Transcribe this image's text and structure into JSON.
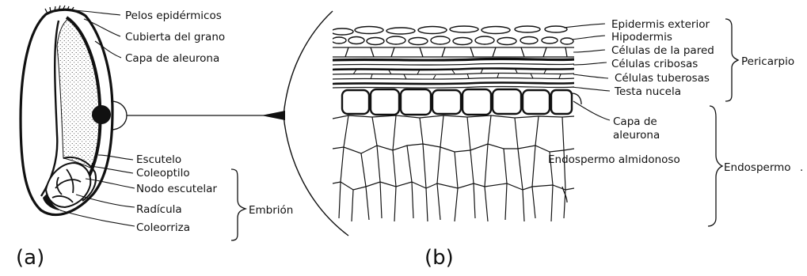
{
  "figure": {
    "panel_a": {
      "caption": "(a)",
      "labels": {
        "pelos": "Pelos epidérmicos",
        "cubierta": "Cubierta del grano",
        "aleurona": "Capa de aleurona",
        "escutelo": "Escutelo",
        "coleoptilo": "Coleoptilo",
        "nodo": "Nodo escutelar",
        "radicula": "Radícula",
        "coleorriza": "Coleorriza"
      },
      "group_label": "Embrión"
    },
    "panel_b": {
      "caption": "(b)",
      "labels": {
        "epidermis": "Epidermis exterior",
        "hipodermis": "Hipodermis",
        "pared": "Células de la pared",
        "cribosas": "Células cribosas",
        "tuberosas": "Células tuberosas",
        "testa": "Testa nucela",
        "capa1": "Capa de",
        "capa2": "aleurona",
        "almidonoso": "Endospermo almidonoso"
      },
      "group_labels": {
        "pericarpio": "Pericarpio",
        "endospermo": "Endospermo"
      }
    }
  }
}
